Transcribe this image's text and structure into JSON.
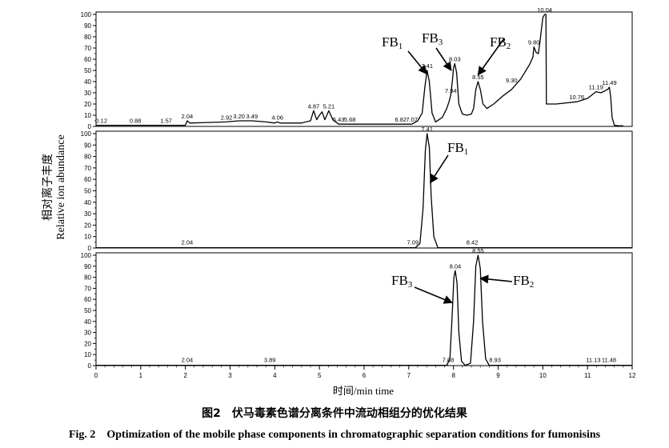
{
  "figure": {
    "caption_cn": "图2　伏马毒素色谱分离条件中流动相组分的优化结果",
    "caption_en": "Fig. 2　Optimization of the mobile phase components in chromatographic separation conditions for fumonisins",
    "ylabel_cn": "相对离子丰度",
    "ylabel_en": "Relative ion abundance",
    "xlabel": "时间/min time"
  },
  "chart_data": [
    {
      "type": "line",
      "panel": "top",
      "x_range": [
        0,
        12
      ],
      "y_range": [
        0,
        100
      ],
      "y_ticks": [
        0,
        10,
        20,
        30,
        40,
        50,
        60,
        70,
        80,
        90,
        100
      ],
      "x_ticks": [],
      "peak_labels": [
        {
          "x": 0.12,
          "y": 1,
          "text": "0.12"
        },
        {
          "x": 0.88,
          "y": 1,
          "text": "0.88"
        },
        {
          "x": 1.57,
          "y": 1,
          "text": "1.57"
        },
        {
          "x": 2.04,
          "y": 5,
          "text": "2.04"
        },
        {
          "x": 2.92,
          "y": 4,
          "text": "2.92"
        },
        {
          "x": 3.2,
          "y": 5,
          "text": "3.20"
        },
        {
          "x": 3.49,
          "y": 5,
          "text": "3.49"
        },
        {
          "x": 4.06,
          "y": 4,
          "text": "4.06"
        },
        {
          "x": 4.87,
          "y": 14,
          "text": "4.87"
        },
        {
          "x": 5.21,
          "y": 14,
          "text": "5.21"
        },
        {
          "x": 5.43,
          "y": 2,
          "text": "5.43"
        },
        {
          "x": 5.68,
          "y": 2,
          "text": "5.68"
        },
        {
          "x": 6.82,
          "y": 2,
          "text": "6.82"
        },
        {
          "x": 7.07,
          "y": 2,
          "text": "7.07"
        },
        {
          "x": 7.41,
          "y": 50,
          "text": "7.41"
        },
        {
          "x": 7.94,
          "y": 28,
          "text": "7.94"
        },
        {
          "x": 8.03,
          "y": 56,
          "text": "8.03"
        },
        {
          "x": 8.55,
          "y": 40,
          "text": "8.55"
        },
        {
          "x": 9.3,
          "y": 37,
          "text": "9.30"
        },
        {
          "x": 9.8,
          "y": 71,
          "text": "9.80"
        },
        {
          "x": 10.04,
          "y": 100,
          "text": "10.04"
        },
        {
          "x": 10.76,
          "y": 22,
          "text": "10.76"
        },
        {
          "x": 11.19,
          "y": 31,
          "text": "11.19"
        },
        {
          "x": 11.49,
          "y": 35,
          "text": "11.49"
        }
      ],
      "annotations": [
        {
          "main": "FB",
          "sub": "1",
          "arrow_to": [
            7.4,
            47
          ]
        },
        {
          "main": "FB",
          "sub": "3",
          "arrow_to": [
            7.95,
            50
          ]
        },
        {
          "main": "FB",
          "sub": "2",
          "arrow_to": [
            8.55,
            46
          ]
        }
      ],
      "series": [
        {
          "x": [
            0,
            0.12,
            0.88,
            1.57,
            2.0,
            2.04,
            2.1,
            2.5,
            2.92,
            3.2,
            3.49,
            3.8,
            4.0,
            4.06,
            4.12,
            4.3,
            4.6,
            4.8,
            4.87,
            4.94,
            5.0,
            5.06,
            5.12,
            5.21,
            5.3,
            5.43,
            5.68,
            6.0,
            6.5,
            6.82,
            7.07,
            7.2,
            7.3,
            7.36,
            7.41,
            7.46,
            7.52,
            7.6,
            7.75,
            7.85,
            7.9,
            7.94,
            7.98,
            8.0,
            8.03,
            8.07,
            8.12,
            8.2,
            8.3,
            8.4,
            8.45,
            8.5,
            8.55,
            8.6,
            8.66,
            8.75,
            8.9,
            9.1,
            9.3,
            9.5,
            9.7,
            9.78,
            9.8,
            9.85,
            9.9,
            9.95,
            10.0,
            10.04,
            10.07,
            10.08,
            10.3,
            10.76,
            11.0,
            11.19,
            11.3,
            11.45,
            11.49,
            11.52,
            11.55,
            11.6,
            11.7,
            11.8
          ],
          "y": [
            1,
            1,
            1,
            1,
            1,
            5,
            3,
            3.5,
            4,
            5,
            5,
            4,
            3,
            4,
            3,
            3,
            3,
            5,
            14,
            6,
            10,
            13,
            6,
            14,
            6,
            2,
            2,
            2,
            2,
            2,
            2,
            5,
            12,
            35,
            50,
            40,
            12,
            4,
            8,
            16,
            22,
            28,
            42,
            52,
            56,
            48,
            20,
            11,
            10,
            11,
            16,
            33,
            40,
            33,
            20,
            16,
            20,
            27,
            33,
            42,
            55,
            62,
            71,
            66,
            65,
            80,
            97,
            100,
            100,
            20,
            20,
            22,
            25,
            31,
            30,
            33,
            35,
            26,
            8,
            1,
            0.5,
            0.5
          ]
        }
      ]
    },
    {
      "type": "line",
      "panel": "middle",
      "x_range": [
        0,
        12
      ],
      "y_range": [
        0,
        100
      ],
      "y_ticks": [
        0,
        10,
        20,
        30,
        40,
        50,
        60,
        70,
        80,
        90,
        100
      ],
      "x_ticks": [],
      "peak_labels": [
        {
          "x": 2.04,
          "y": 1,
          "text": "2.04"
        },
        {
          "x": 7.09,
          "y": 1,
          "text": "7.09"
        },
        {
          "x": 7.41,
          "y": 100,
          "text": "7.41"
        },
        {
          "x": 8.42,
          "y": 1,
          "text": "8.42"
        }
      ],
      "annotations": [
        {
          "main": "FB",
          "sub": "1",
          "arrow_to": [
            7.48,
            57
          ]
        }
      ],
      "series": [
        {
          "x": [
            0,
            7.15,
            7.25,
            7.32,
            7.37,
            7.41,
            7.46,
            7.5,
            7.56,
            7.65,
            12
          ],
          "y": [
            0.3,
            0.3,
            4,
            35,
            85,
            100,
            88,
            45,
            10,
            0.3,
            0.3
          ]
        }
      ]
    },
    {
      "type": "line",
      "panel": "bottom",
      "x_range": [
        0,
        12
      ],
      "y_range": [
        0,
        100
      ],
      "y_ticks": [
        0,
        10,
        20,
        30,
        40,
        50,
        60,
        70,
        80,
        90,
        100
      ],
      "x_ticks": [
        0,
        1,
        2,
        3,
        4,
        5,
        6,
        7,
        8,
        9,
        10,
        11,
        12
      ],
      "xlabel": "时间/min time",
      "peak_labels": [
        {
          "x": 2.04,
          "y": 1,
          "text": "2.04"
        },
        {
          "x": 3.89,
          "y": 1,
          "text": "3.89"
        },
        {
          "x": 7.88,
          "y": 1,
          "text": "7.88"
        },
        {
          "x": 8.04,
          "y": 86,
          "text": "8.04"
        },
        {
          "x": 8.55,
          "y": 100,
          "text": "8.55"
        },
        {
          "x": 8.93,
          "y": 1,
          "text": "8.93"
        },
        {
          "x": 11.13,
          "y": 1,
          "text": "11.13"
        },
        {
          "x": 11.48,
          "y": 1,
          "text": "11.48"
        }
      ],
      "annotations": [
        {
          "main": "FB",
          "sub": "3",
          "arrow_to": [
            7.97,
            57
          ]
        },
        {
          "main": "FB",
          "sub": "2",
          "arrow_to": [
            8.6,
            79
          ]
        }
      ],
      "series": [
        {
          "x": [
            0,
            7.85,
            7.92,
            7.97,
            8.01,
            8.04,
            8.08,
            8.12,
            8.18,
            8.26,
            8.38,
            8.45,
            8.5,
            8.55,
            8.6,
            8.65,
            8.72,
            8.8,
            12
          ],
          "y": [
            0.3,
            0.3,
            6,
            45,
            80,
            86,
            75,
            30,
            4,
            0.3,
            2,
            40,
            90,
            100,
            88,
            40,
            6,
            0.3,
            0.3
          ]
        }
      ]
    }
  ]
}
